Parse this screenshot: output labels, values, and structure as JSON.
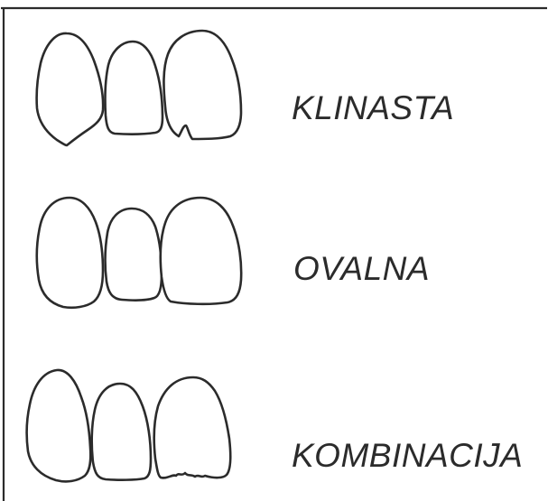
{
  "rows": [
    {
      "label": "KLINASTA"
    },
    {
      "label": "OVALNA"
    },
    {
      "label": "KOMBINACIJA"
    }
  ],
  "colors": {
    "line": "#2b2b2b",
    "background": "#ffffff"
  }
}
